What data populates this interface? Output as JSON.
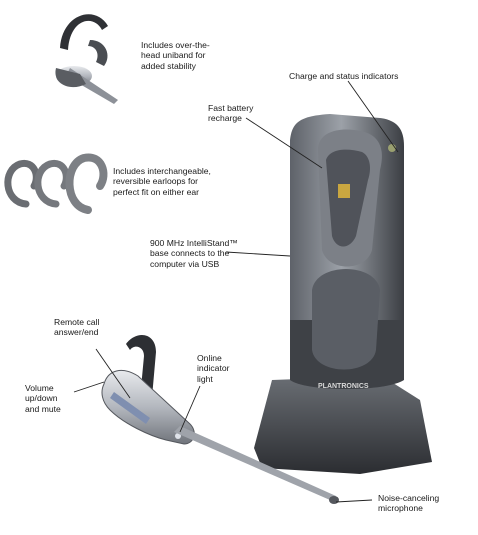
{
  "callouts": {
    "uniband": "Includes over-the-\nhead uniband for\nadded stability",
    "status_indicators": "Charge and status indicators",
    "fast_recharge": "Fast battery\nrecharge",
    "earloops": "Includes interchangeable,\nreversible earloops for\nperfect fit on either ear",
    "base": "900 MHz IntelliStand™\nbase connects to the\ncomputer via USB",
    "remote_call": "Remote call\nanswer/end",
    "online_light": "Online\nindicator\nlight",
    "volume": "Volume\nup/down\nand mute",
    "microphone": "Noise-canceling\nmicrophone"
  },
  "brand": {
    "base_logo": "PLANTRONICS"
  },
  "colors": {
    "base_dark": "#3a3d42",
    "base_mid": "#6b6f76",
    "silver": "#b9bdc4",
    "accent_blue": "#7f8fb0"
  }
}
